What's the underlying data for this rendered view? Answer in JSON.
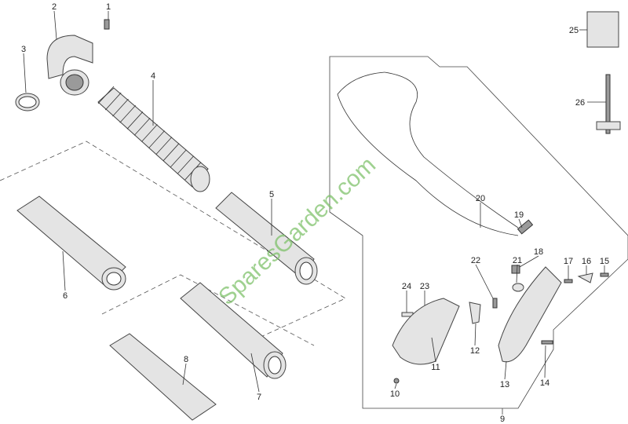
{
  "diagram": {
    "watermark": "SparesGarden.com",
    "labels": [
      "1",
      "2",
      "3",
      "4",
      "5",
      "6",
      "7",
      "8",
      "9",
      "10",
      "11",
      "12",
      "13",
      "14",
      "15",
      "16",
      "17",
      "18",
      "19",
      "20",
      "21",
      "22",
      "23",
      "24",
      "25",
      "26"
    ]
  }
}
